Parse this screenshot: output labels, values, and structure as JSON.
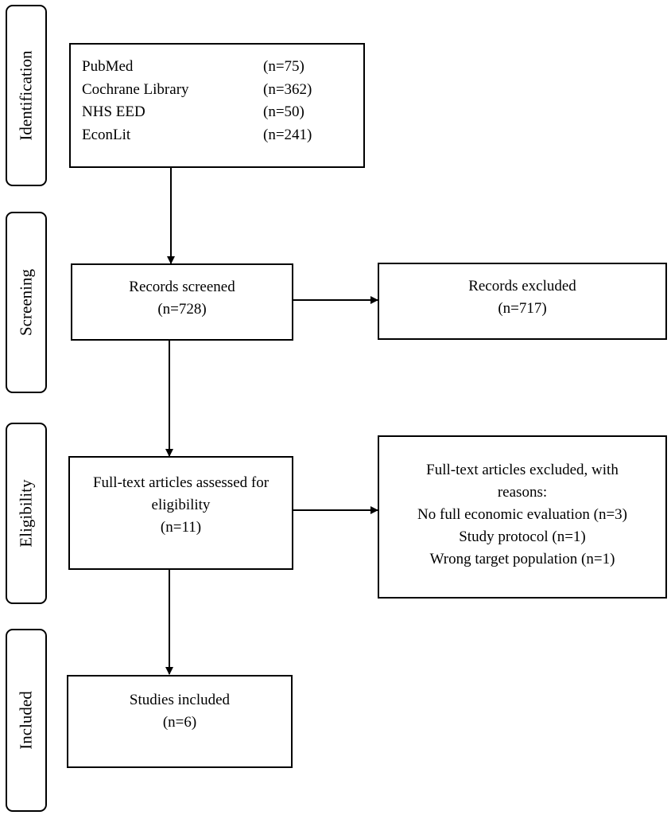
{
  "phases": {
    "identification": "Identification",
    "screening": "Screening",
    "eligibility": "Eligibility",
    "included": "Included"
  },
  "sources": [
    {
      "name": "PubMed",
      "count": "(n=75)"
    },
    {
      "name": "Cochrane Library",
      "count": "(n=362)"
    },
    {
      "name": "NHS EED",
      "count": "(n=50)"
    },
    {
      "name": "EconLit",
      "count": "(n=241)"
    }
  ],
  "screened": {
    "label": "Records screened",
    "count": "(n=728)"
  },
  "excluded": {
    "label": "Records excluded",
    "count": "(n=717)"
  },
  "fulltext": {
    "line1": "Full-text articles assessed for",
    "line2": "eligibility",
    "count": "(n=11)"
  },
  "fulltext_excluded": {
    "line1": "Full-text articles excluded, with",
    "line2": "reasons:",
    "reasons": [
      "No full economic evaluation (n=3)",
      "Study protocol (n=1)",
      "Wrong target population (n=1)"
    ]
  },
  "included": {
    "label": "Studies included",
    "count": "(n=6)"
  }
}
